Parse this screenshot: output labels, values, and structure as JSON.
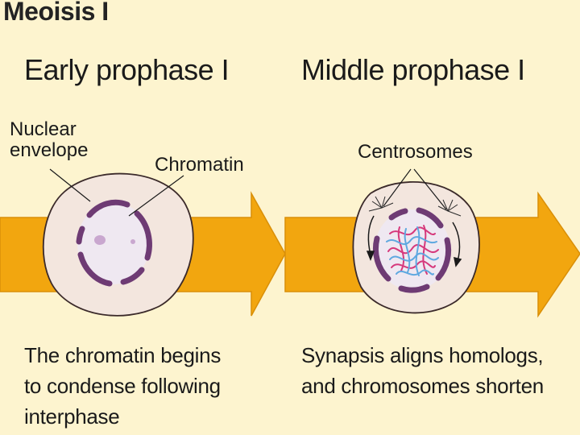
{
  "title": "Meoisis I",
  "stages": [
    {
      "heading": "Early prophase I",
      "labels": [
        "Nuclear\nenvelope",
        "Chromatin"
      ],
      "caption": "The chromatin begins\nto condense following\ninterphase"
    },
    {
      "heading": "Middle prophase I",
      "labels": [
        "Centrosomes"
      ],
      "caption": "Synapsis aligns homologs,\nand chromosomes shorten"
    }
  ],
  "colors": {
    "background": "#fdf4cf",
    "arrow": "#f2a60f",
    "cell": "#f3e6de",
    "nucleus": "#efe8f1",
    "envelope": "#6e3b74",
    "chromosome_red": "#d6397c",
    "chromosome_blue": "#5fa8e0"
  }
}
